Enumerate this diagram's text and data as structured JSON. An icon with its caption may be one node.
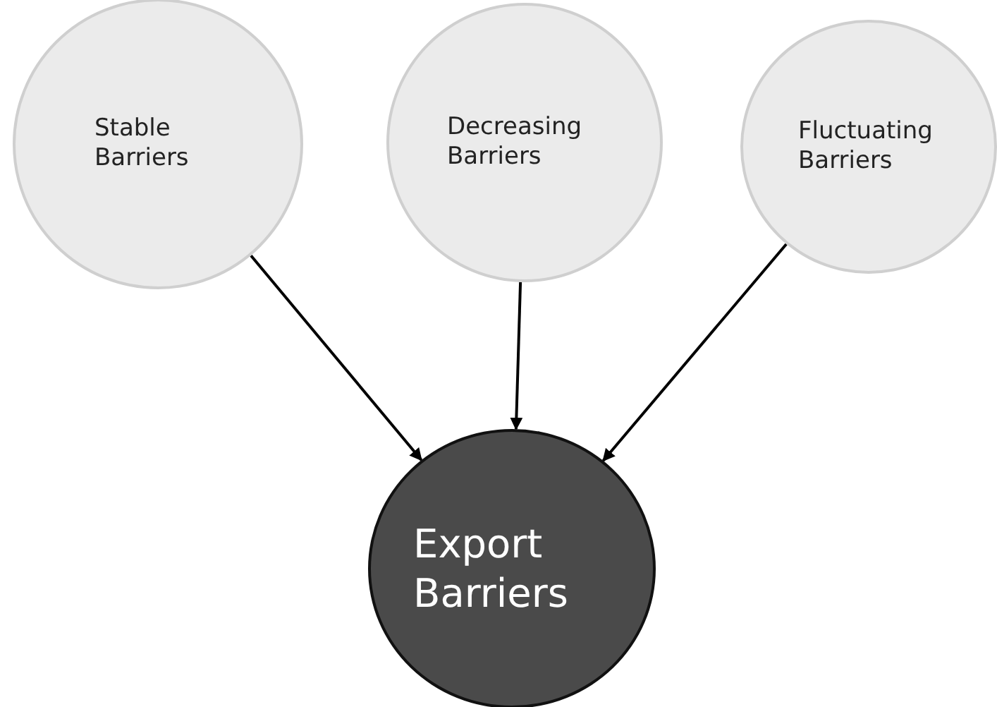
{
  "diagram": {
    "nodes": [
      {
        "text": [
          "Stable Barriers"
        ]
      },
      {
        "text": [
          "Decreasing Barriers"
        ]
      },
      {
        "text": [
          "Fluctuating Barriers"
        ]
      },
      {
        "text": [
          "Export Barriers"
        ]
      }
    ],
    "edges": [
      {
        "from": 0,
        "to": 3,
        "arrow": "to"
      },
      {
        "from": 1,
        "to": 3,
        "arrow": "to"
      },
      {
        "from": 2,
        "to": 3,
        "arrow": "to"
      }
    ]
  }
}
